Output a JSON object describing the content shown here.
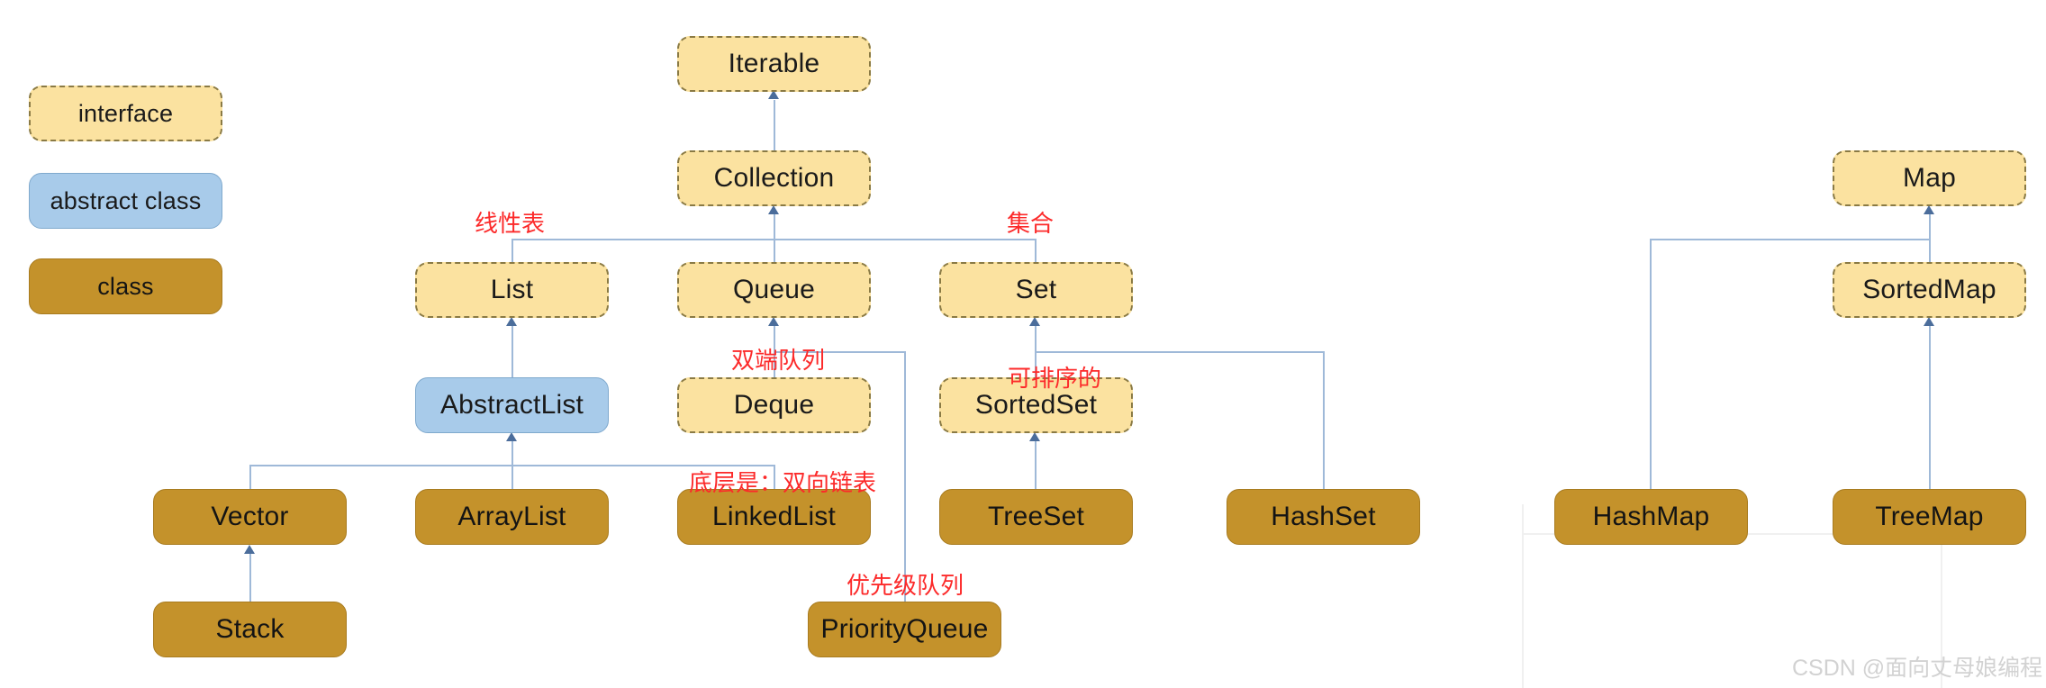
{
  "diagram": {
    "title": "Java Collection Framework Hierarchy",
    "colors": {
      "interface_fill": "#fbe2a0",
      "interface_border": "#8a7a44",
      "abstract_fill": "#a8cbea",
      "abstract_border": "#7fa9cd",
      "class_fill": "#c4922b",
      "class_border": "#a87b1f",
      "edge": "#9fb9d8",
      "arrow": "#4b6d9b",
      "annotation": "#fc2a2a",
      "watermark": "#d2d2d2"
    }
  },
  "legend": {
    "items": [
      {
        "label": "interface",
        "kind": "interface"
      },
      {
        "label": "abstract class",
        "kind": "abstract"
      },
      {
        "label": "class",
        "kind": "class"
      }
    ]
  },
  "nodes": {
    "iterable": {
      "label": "Iterable",
      "kind": "interface"
    },
    "collection": {
      "label": "Collection",
      "kind": "interface"
    },
    "list": {
      "label": "List",
      "kind": "interface"
    },
    "queue": {
      "label": "Queue",
      "kind": "interface"
    },
    "set": {
      "label": "Set",
      "kind": "interface"
    },
    "abstractlist": {
      "label": "AbstractList",
      "kind": "abstract"
    },
    "deque": {
      "label": "Deque",
      "kind": "interface"
    },
    "sortedset": {
      "label": "SortedSet",
      "kind": "interface"
    },
    "vector": {
      "label": "Vector",
      "kind": "class"
    },
    "arraylist": {
      "label": "ArrayList",
      "kind": "class"
    },
    "linkedlist": {
      "label": "LinkedList",
      "kind": "class"
    },
    "treeset": {
      "label": "TreeSet",
      "kind": "class"
    },
    "hashset": {
      "label": "HashSet",
      "kind": "class"
    },
    "stack": {
      "label": "Stack",
      "kind": "class"
    },
    "priorityqueue": {
      "label": "PriorityQueue",
      "kind": "class"
    },
    "map": {
      "label": "Map",
      "kind": "interface"
    },
    "sortedmap": {
      "label": "SortedMap",
      "kind": "interface"
    },
    "hashmap": {
      "label": "HashMap",
      "kind": "class"
    },
    "treemap": {
      "label": "TreeMap",
      "kind": "class"
    }
  },
  "annotations": {
    "linear_list": "线性表",
    "collection_set": "集合",
    "deque": "双端队列",
    "sortable": "可排序的",
    "linkedlist_impl": "底层是：双向链表",
    "priority_queue": "优先级队列"
  },
  "watermark": {
    "text": "CSDN @面向丈母娘编程"
  }
}
